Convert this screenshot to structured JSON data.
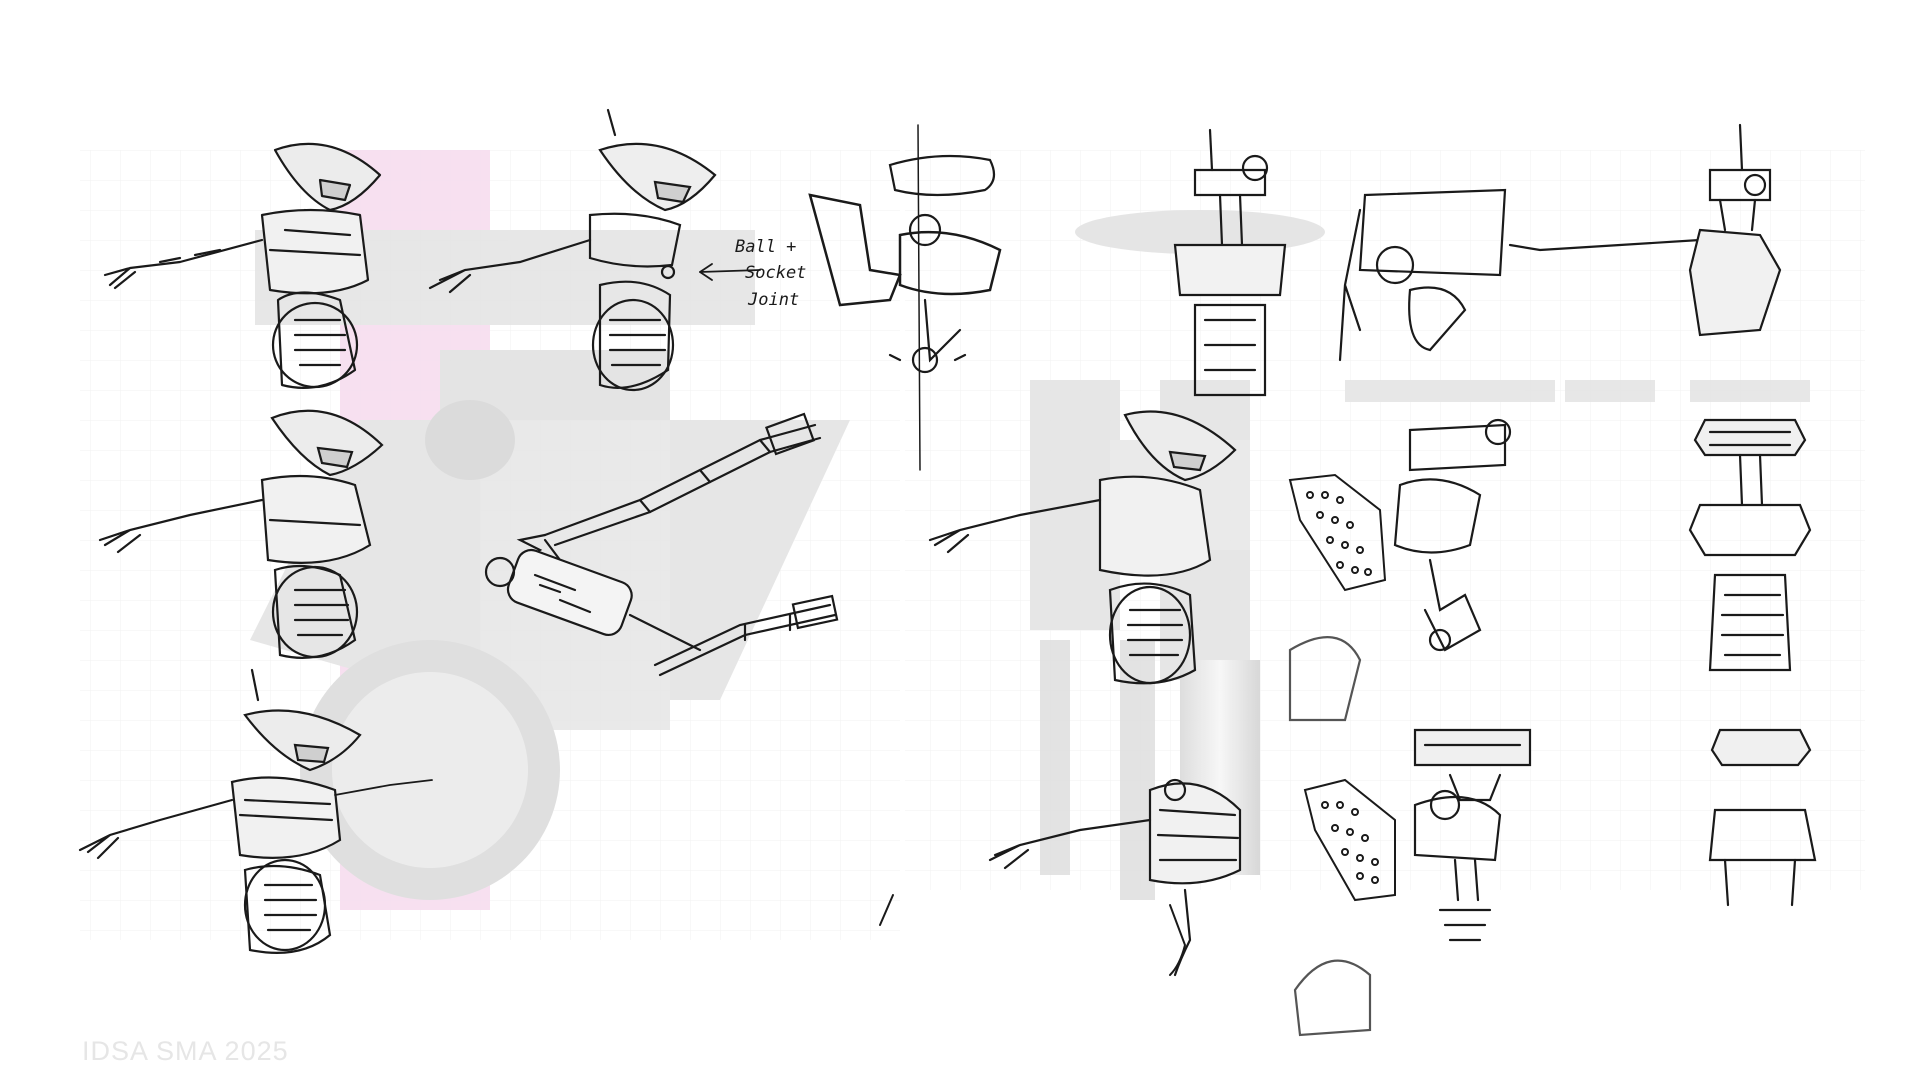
{
  "annotation": {
    "line1": "Ball +",
    "line2": "Socket",
    "line3": "Joint"
  },
  "footer": {
    "text": "IDSA SMA 2025"
  },
  "colors": {
    "background": "#ffffff",
    "grid": "#f0f0f0",
    "underlay_gray": "#e4e4e4",
    "underlay_pink": "#f6dcef",
    "ink": "#1a1a1a"
  },
  "sketch_views": [
    "robot-side-view-1",
    "robot-side-view-2",
    "robot-three-quarter-view",
    "robot-side-view-arm-forward",
    "arm-study-upper",
    "arm-study-lower",
    "robot-front-view",
    "robot-head-mechanism",
    "robot-back-view",
    "robot-arm-reach-view",
    "head-tilt-study",
    "hand-pad-study",
    "robot-front-stacked-view",
    "robot-bottom-reach-view",
    "exploded-parts-study"
  ]
}
